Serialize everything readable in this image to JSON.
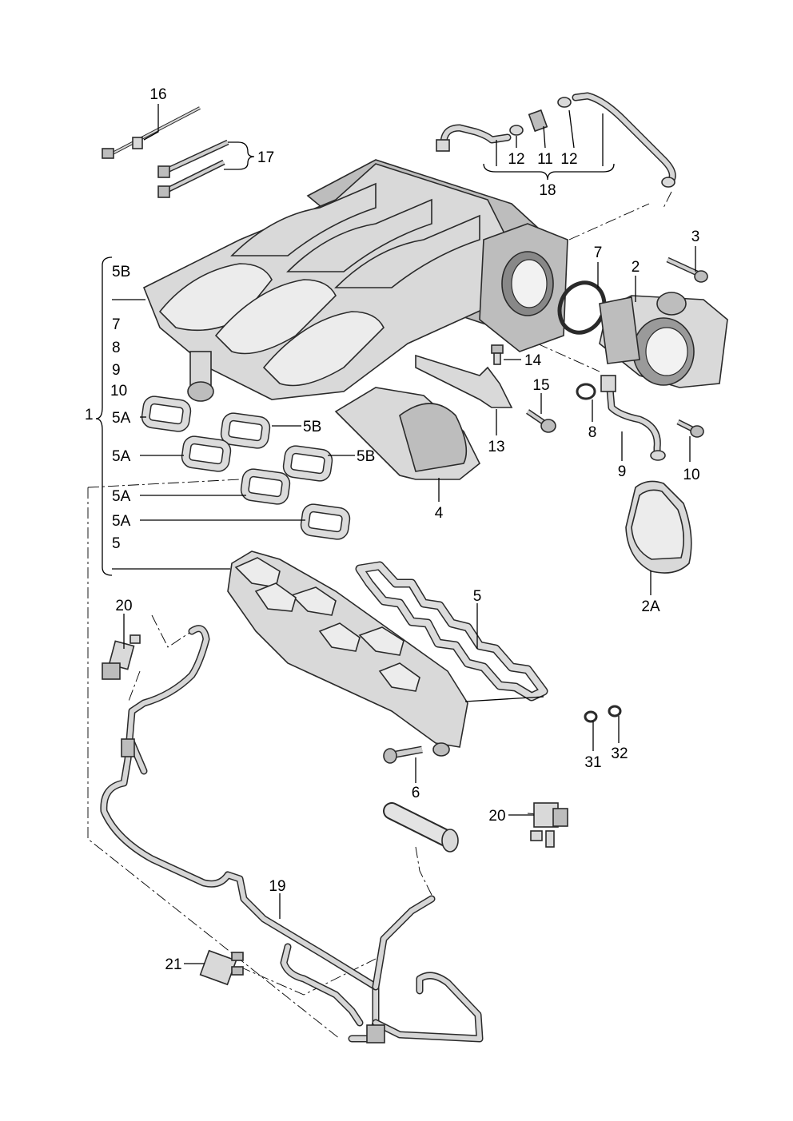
{
  "diagram": {
    "labels": {
      "l16": "16",
      "l17": "17",
      "l12a": "12",
      "l11": "11",
      "l12b": "12",
      "l18": "18",
      "l3": "3",
      "l7top": "7",
      "l2": "2",
      "l5B_list": "5B",
      "l7_list": "7",
      "l8_list": "8",
      "l9_list": "9",
      "l10_list": "10",
      "l1": "1",
      "l5A_1": "5A",
      "l5B_1": "5B",
      "l5A_2": "5A",
      "l5B_2": "5B",
      "l5A_3": "5A",
      "l5A_4": "5A",
      "l5_list": "5",
      "l14": "14",
      "l15": "15",
      "l13": "13",
      "l8": "8",
      "l9": "9",
      "l10": "10",
      "l4": "4",
      "l2A": "2A",
      "l20a": "20",
      "l5": "5",
      "l31": "31",
      "l32": "32",
      "l6": "6",
      "l20b": "20",
      "l19": "19",
      "l21": "21"
    }
  }
}
